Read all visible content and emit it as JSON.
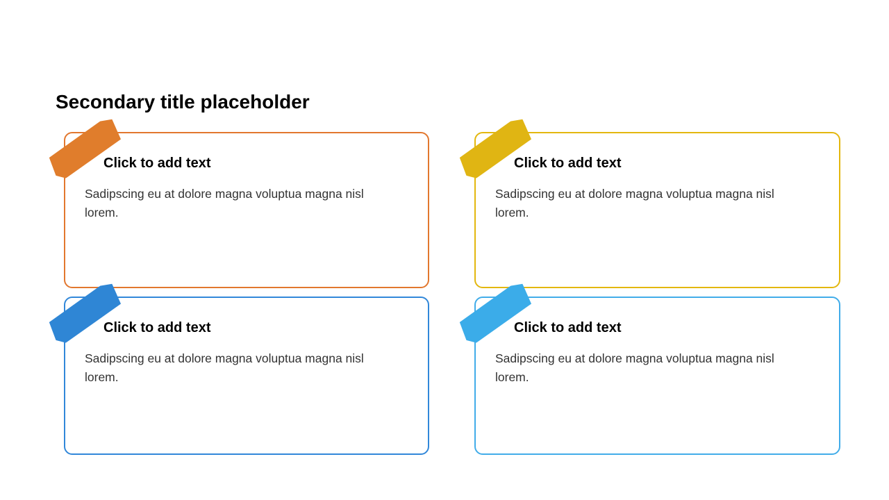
{
  "slide": {
    "title": "Secondary title placeholder",
    "background_color": "#ffffff"
  },
  "cards": [
    {
      "id": "top-left",
      "title": "Click to add text",
      "body": "Sadipscing eu at dolore magna voluptua magna nisl lorem.",
      "tape_color": "#E07D2C",
      "border_color": "#E2772E"
    },
    {
      "id": "top-right",
      "title": "Click to add text",
      "body": "Sadipscing eu at dolore magna voluptua magna nisl lorem.",
      "tape_color": "#E0B513",
      "border_color": "#E3B70E"
    },
    {
      "id": "bottom-left",
      "title": "Click to add text",
      "body": "Sadipscing eu at dolore magna voluptua magna nisl lorem.",
      "tape_color": "#2F86D5",
      "border_color": "#3187D9"
    },
    {
      "id": "bottom-right",
      "title": "Click to add text",
      "body": "Sadipscing eu at dolore magna voluptua magna nisl lorem.",
      "tape_color": "#3BACE9",
      "border_color": "#41ACE9"
    }
  ]
}
